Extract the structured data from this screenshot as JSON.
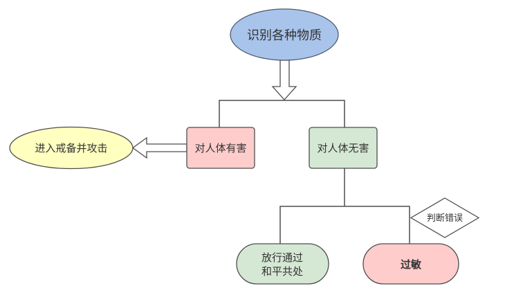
{
  "diagram": {
    "title": "识别各种物质",
    "nodes": {
      "root": {
        "label": "识别各种物质",
        "shape": "ellipse",
        "fill": "#a9c4eb",
        "stroke": "#5a6f8f"
      },
      "harmful": {
        "label": "对人体有害",
        "shape": "rounded-rect",
        "fill": "#ffcccc",
        "stroke": "#4d4d4d"
      },
      "harmless": {
        "label": "对人体无害",
        "shape": "rounded-rect",
        "fill": "#d5e8d4",
        "stroke": "#4d4d4d"
      },
      "attack": {
        "label": "进入戒备并攻击",
        "shape": "ellipse",
        "fill": "#ffffc0",
        "stroke": "#4d4d4d"
      },
      "pass": {
        "label_lines": [
          "放行通过",
          "和平共处"
        ],
        "shape": "pill",
        "fill": "#d5e8d4",
        "stroke": "#4d4d4d"
      },
      "allergy": {
        "label": "过敏",
        "shape": "pill",
        "fill": "#ffcccc",
        "stroke": "#4d4d4d",
        "bold": true
      },
      "misjudge": {
        "label": "判断错误",
        "shape": "diamond",
        "fill": "#ffffff",
        "stroke": "#4d4d4d"
      }
    },
    "edges": [
      {
        "from": "root",
        "to": [
          "harmful",
          "harmless"
        ],
        "style": "hollow-arrow + branch"
      },
      {
        "from": "harmful",
        "to": "attack",
        "style": "hollow-arrow"
      },
      {
        "from": "harmless",
        "to": [
          "pass",
          "allergy"
        ],
        "style": "branch"
      }
    ],
    "line_color": "#4d4d4d"
  }
}
